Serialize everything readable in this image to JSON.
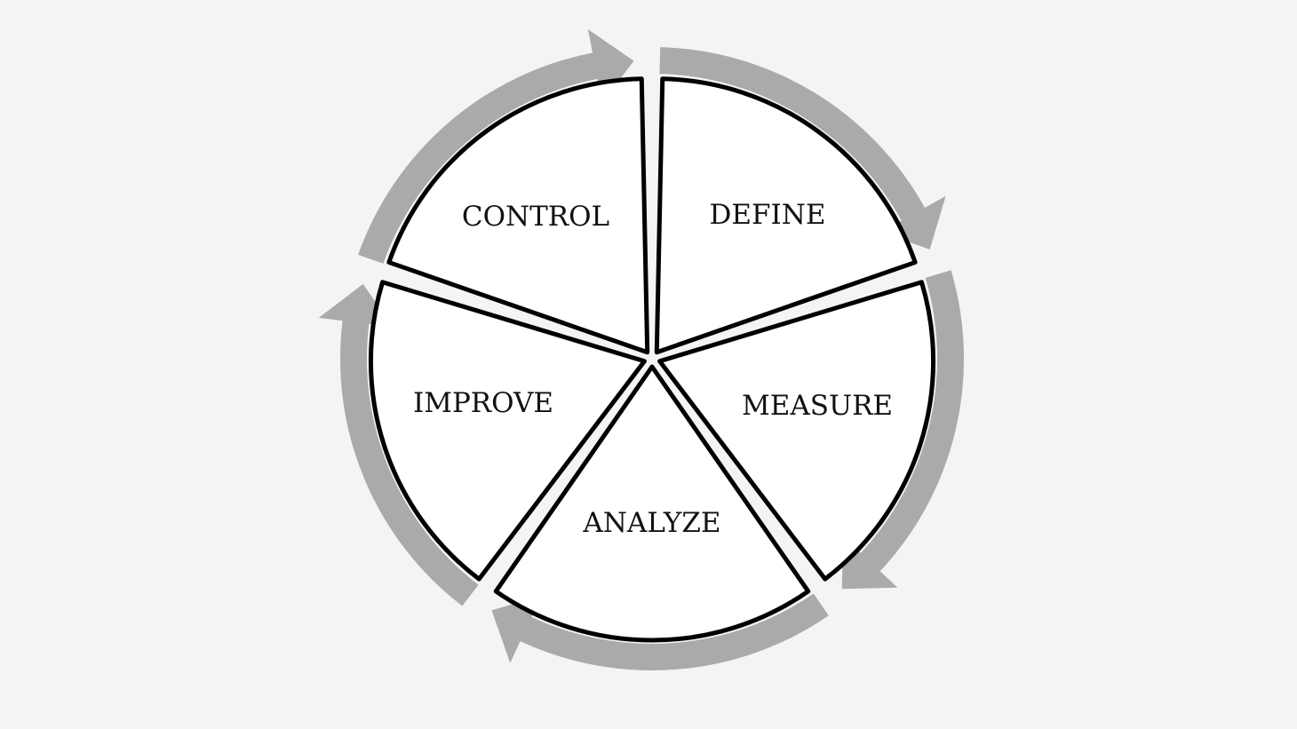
{
  "diagram": {
    "type": "cycle",
    "stages": [
      {
        "label": "DEFINE"
      },
      {
        "label": "MEASURE"
      },
      {
        "label": "ANALYZE"
      },
      {
        "label": "IMPROVE"
      },
      {
        "label": "CONTROL"
      }
    ],
    "colors": {
      "background": "#f3f4f3",
      "segment_fill": "#ffffff",
      "segment_stroke": "#000000",
      "arrow": "#aaaaaa"
    },
    "arrow_direction": "clockwise"
  }
}
